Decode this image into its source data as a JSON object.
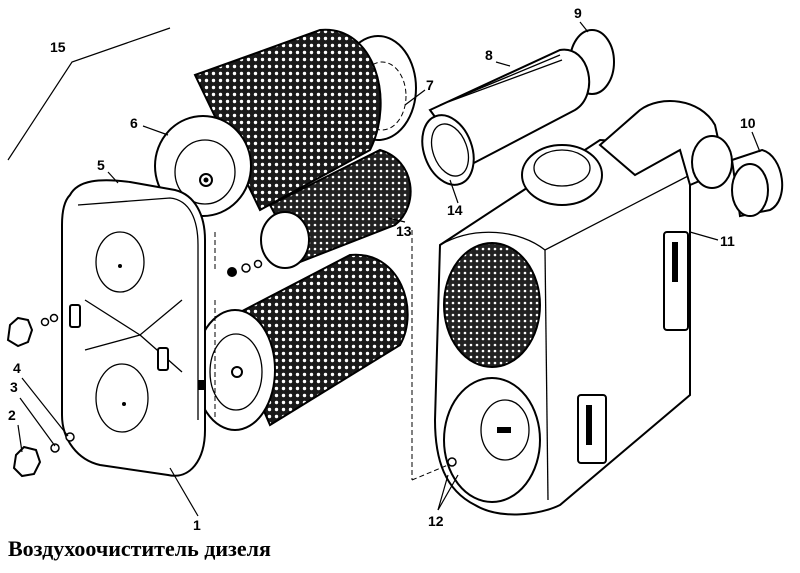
{
  "caption": "Воздухоочиститель дизеля",
  "callouts": [
    "1",
    "2",
    "3",
    "4",
    "5",
    "6",
    "7",
    "8",
    "9",
    "10",
    "11",
    "12",
    "13",
    "14",
    "15"
  ]
}
